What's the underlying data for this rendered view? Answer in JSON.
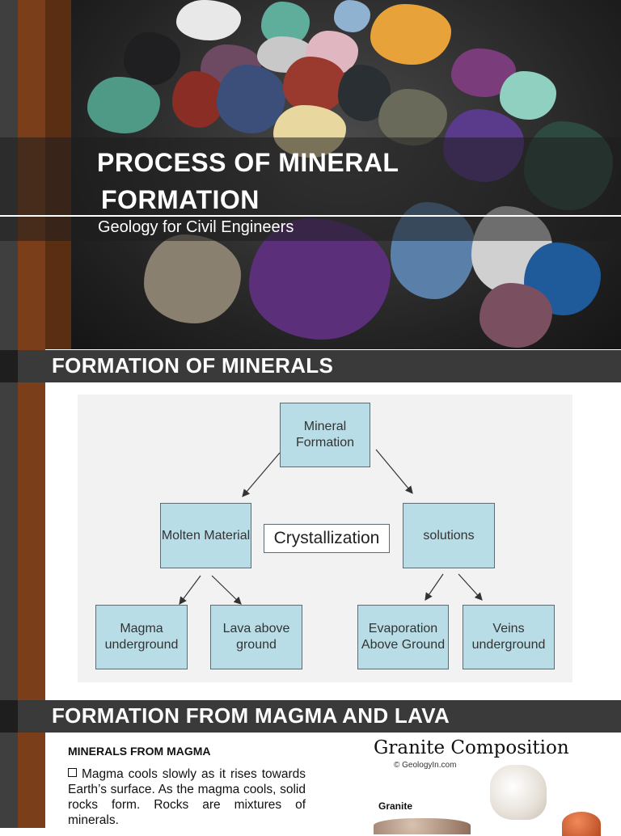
{
  "hero": {
    "title_line1": "PROCESS OF MINERAL",
    "title_line2": "FORMATION",
    "subtitle": "Geology for Civil Engineers"
  },
  "section1": {
    "heading": "FORMATION OF MINERALS"
  },
  "diagram": {
    "root": "Mineral Formation",
    "left_branch": "Molten Material",
    "center_label": "Crystallization",
    "right_branch": "solutions",
    "leaves": [
      "Magma underground",
      "Lava above ground",
      "Evaporation Above Ground",
      "Veins underground"
    ]
  },
  "section2": {
    "heading": "FORMATION FROM MAGMA AND LAVA"
  },
  "magma": {
    "subheading": "MINERALS FROM MAGMA",
    "bullet": "Magma cools slowly as it rises towards Earth’s surface. As the magma cools, solid rocks form. Rocks are mixtures of minerals."
  },
  "granite": {
    "title": "Granite Composition",
    "credit": "© GeologyIn.com",
    "label": "Granite"
  },
  "colors": {
    "left_bar_gray": "#3f3f3f",
    "left_bar_brown": "#7a3f1a",
    "section_header": "#3a3a3a",
    "node_fill": "#b8dde6"
  }
}
